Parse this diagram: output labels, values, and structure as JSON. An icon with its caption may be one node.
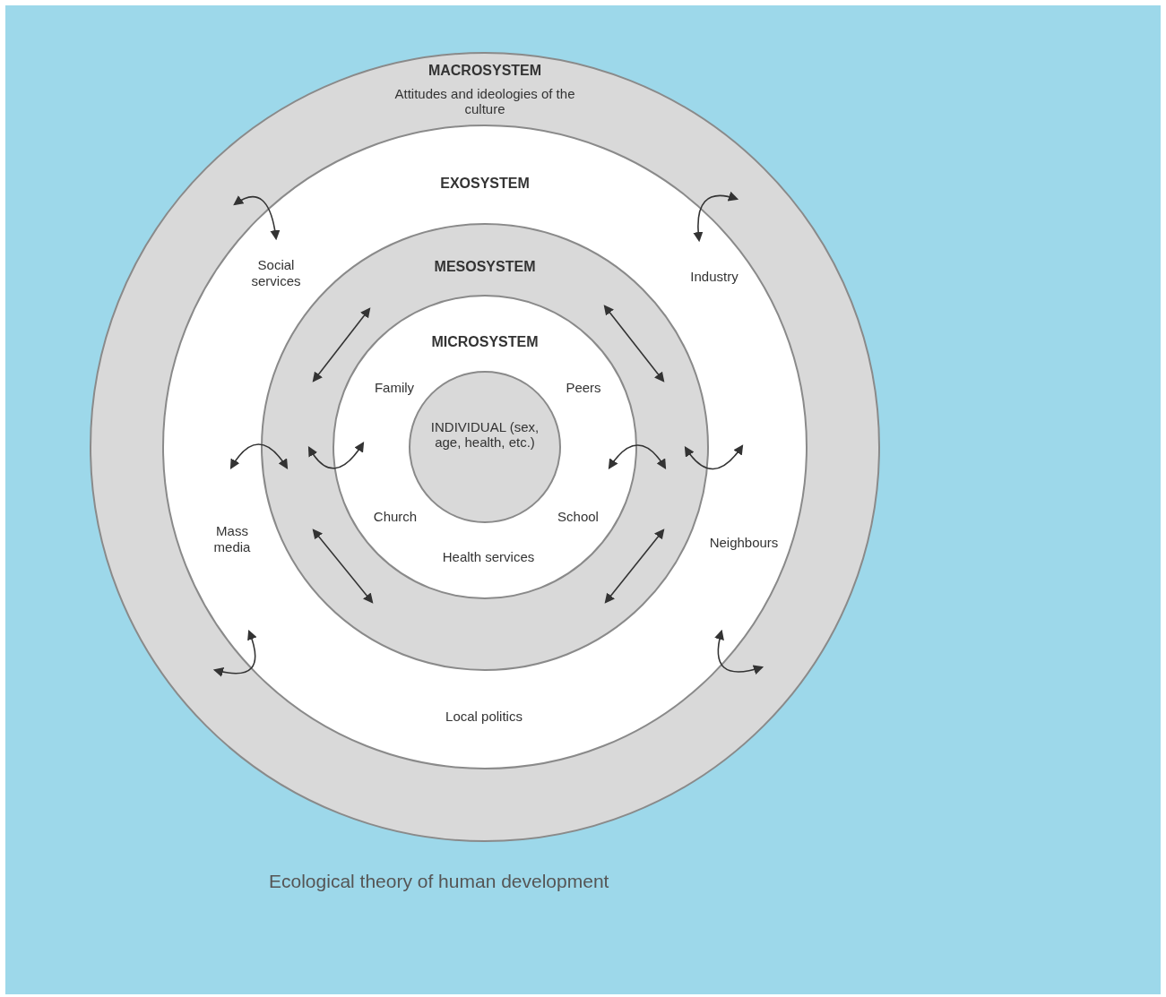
{
  "diagram": {
    "caption": "Ecological theory of human development",
    "nodes": [
      {
        "text": [
          "MACROSYSTEM",
          "Attitudes and ideologies of the culture"
        ]
      },
      {
        "text": [
          "EXOSYSTEM"
        ],
        "in": 0
      },
      {
        "text": [
          "MESOSYSTEM"
        ],
        "in": 1
      },
      {
        "text": [
          "MICROSYSTEM"
        ],
        "in": 2
      },
      {
        "text": [
          "INDIVIDUAL (sex, age, health, etc.)"
        ],
        "in": 3
      }
    ],
    "edges": [],
    "labels": [
      "Social services",
      "Industry",
      "Family",
      "Peers",
      "Church",
      "School",
      "Mass media",
      "Neighbours",
      "Health services",
      "Local politics"
    ]
  }
}
